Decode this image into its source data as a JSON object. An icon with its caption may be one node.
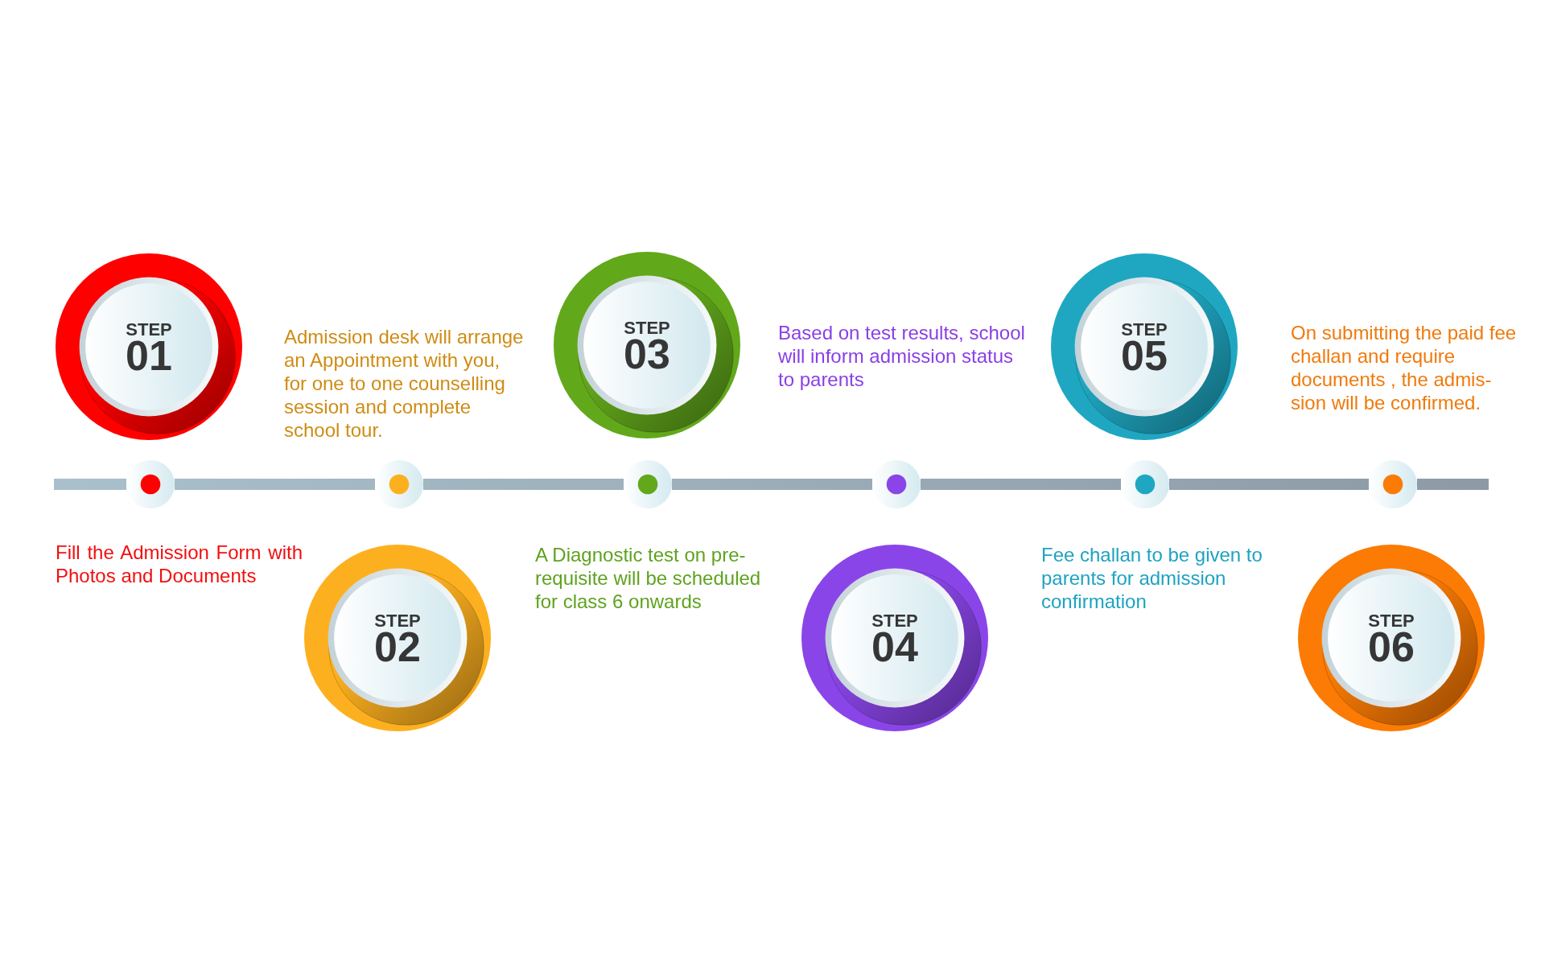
{
  "diagram": {
    "nodes": [
      {
        "text": [
          "STEP",
          "01"
        ]
      },
      {
        "text": [
          "STEP",
          "02"
        ]
      },
      {
        "text": [
          "STEP",
          "03"
        ]
      },
      {
        "text": [
          "STEP",
          "04"
        ]
      },
      {
        "text": [
          "STEP",
          "05"
        ]
      },
      {
        "text": [
          "STEP",
          "06"
        ]
      },
      {
        "text": [],
        "shape": "circle"
      },
      {
        "text": [],
        "shape": "circle"
      },
      {
        "text": [],
        "shape": "circle"
      },
      {
        "text": [],
        "shape": "circle"
      },
      {
        "text": [],
        "shape": "circle"
      },
      {
        "text": [],
        "shape": "circle"
      }
    ],
    "edges": [
      {
        "from": null,
        "to": 6,
        "arrow": "none"
      },
      {
        "from": 6,
        "to": 7,
        "arrow": "none"
      },
      {
        "from": 7,
        "to": 8,
        "arrow": "none"
      },
      {
        "from": 8,
        "to": 9,
        "arrow": "none"
      },
      {
        "from": 9,
        "to": 10,
        "arrow": "none"
      },
      {
        "from": 10,
        "to": 11,
        "arrow": "none"
      },
      {
        "from": 11,
        "to": null,
        "arrow": "none"
      }
    ],
    "labels": [
      "Fill the Admission Form with Photos and Documents",
      "Admission desk will arrange an Appointment with you, for one to one counselling session and complete school tour.",
      "A Diagnostic test on pre- requisite will be scheduled for class 6 onwards",
      "Based on test results, school will inform admission status to parents",
      "Fee challan to be given to parents for admission confirmation",
      "On submitting the paid fee challan and require documents , the admis- sion will be confirmed."
    ]
  }
}
